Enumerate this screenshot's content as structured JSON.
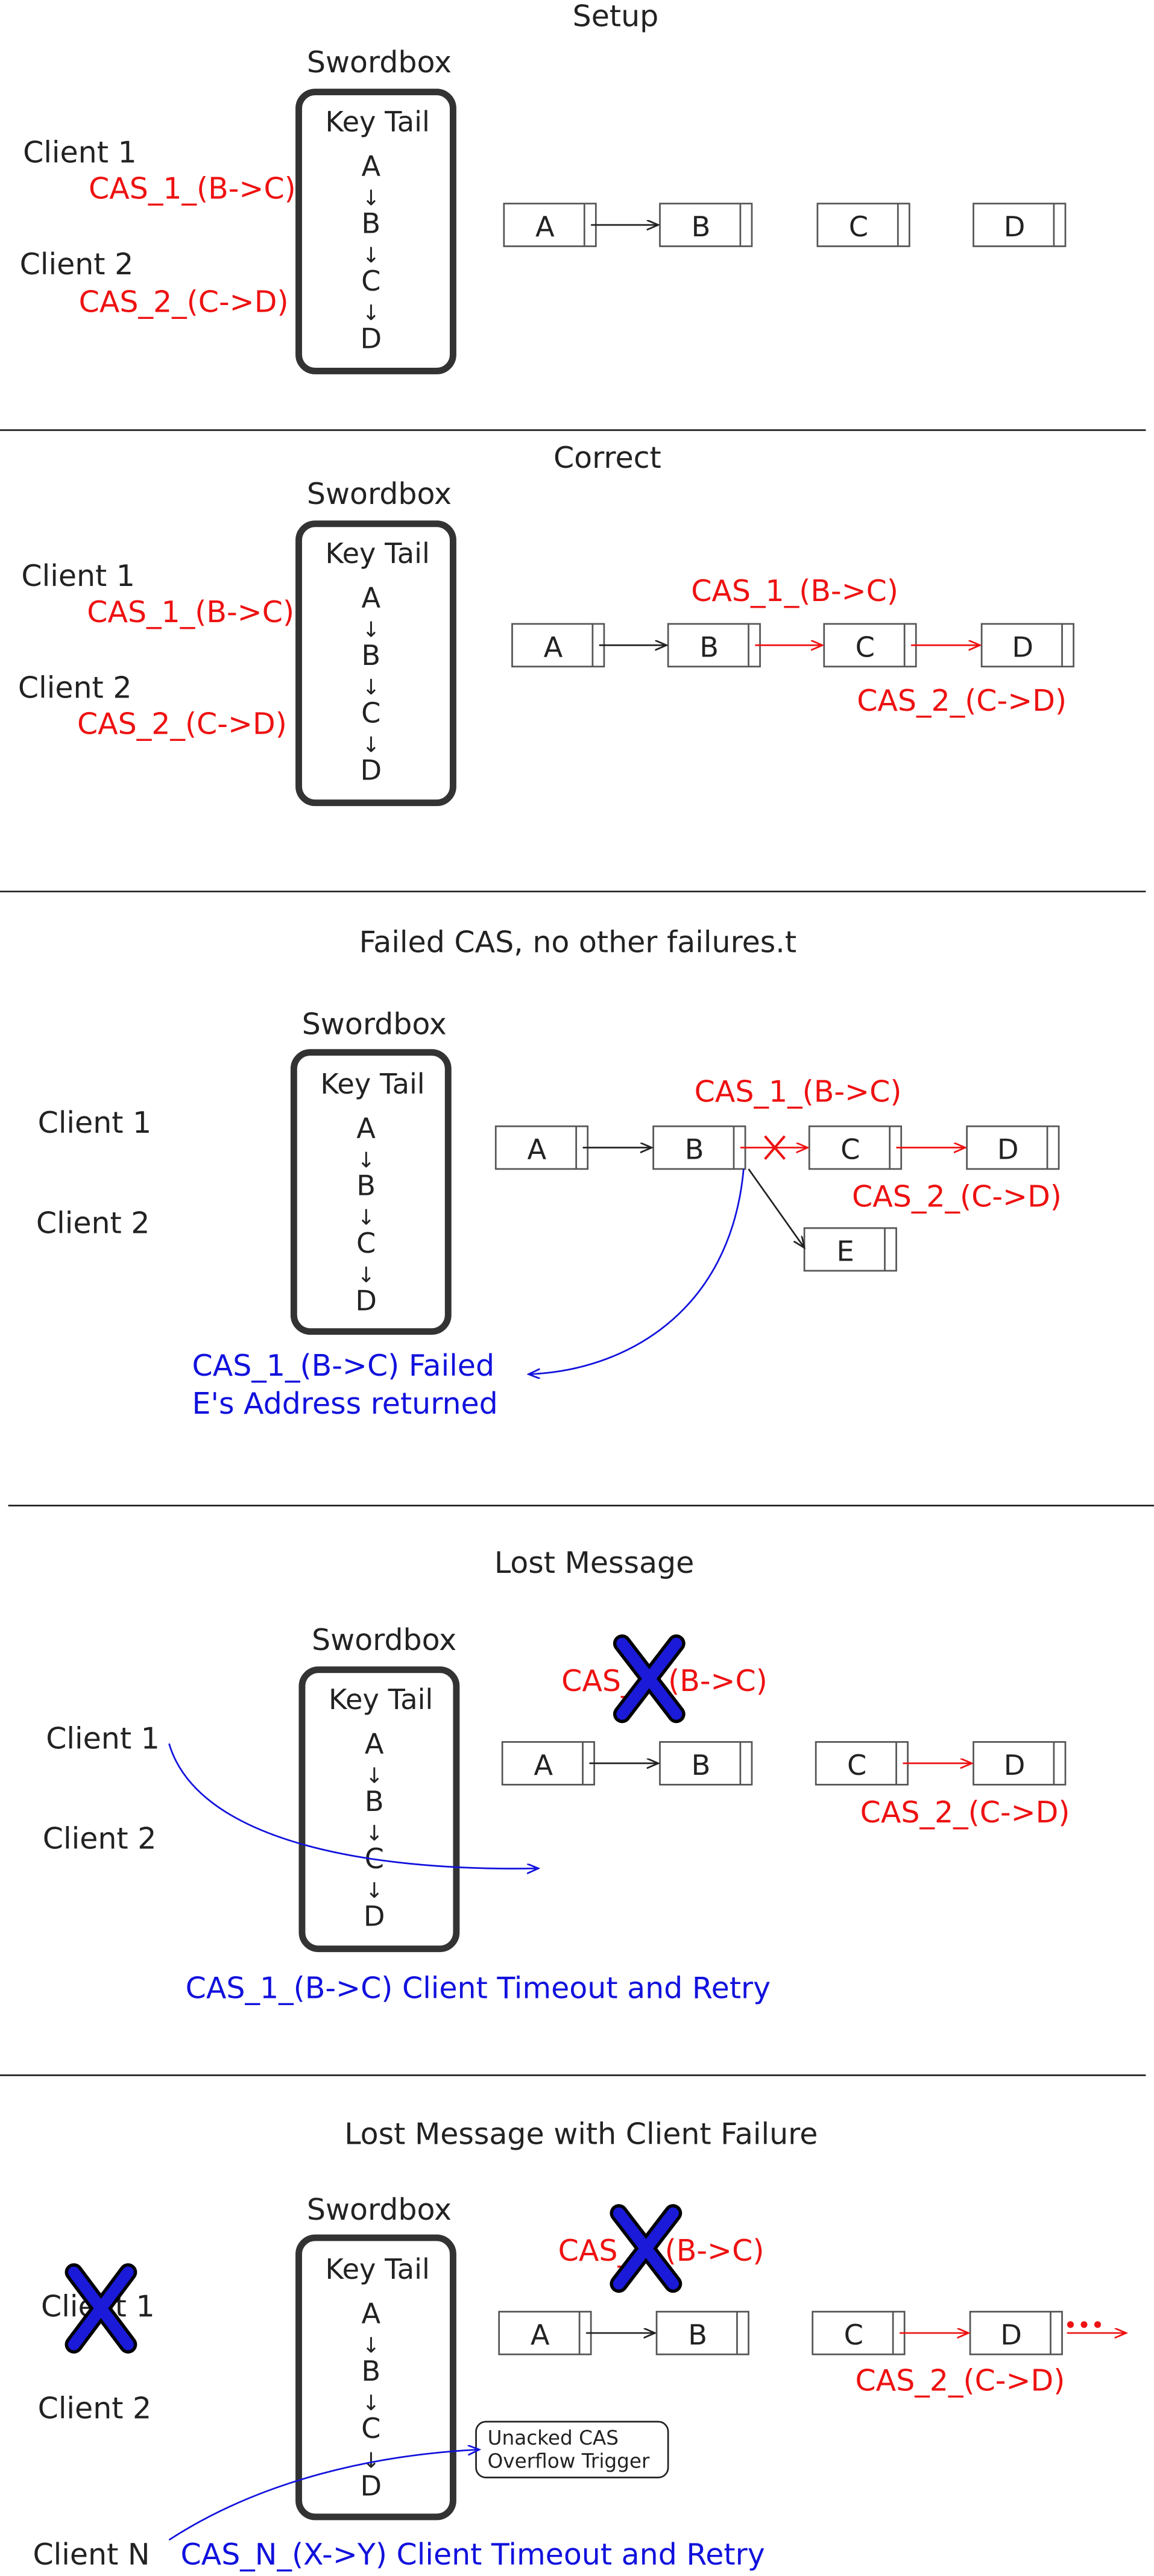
{
  "colors": {
    "black": "#222222",
    "red": "#ee1111",
    "blue": "#1111dd",
    "crossFill": "#1a1ad8",
    "crossStroke": "#000000"
  },
  "common": {
    "swordbox": "Swordbox",
    "keytail": "Key Tail",
    "keys": [
      "A",
      "B",
      "C",
      "D"
    ],
    "arrow": "↓",
    "client1": "Client 1",
    "client2": "Client 2",
    "cas1": "CAS_1_(B->C)",
    "cas2": "CAS_2_(C->D)",
    "cas_partial_left": "CAS_",
    "cas_partial_right": "(B->C)",
    "node_e": "E"
  },
  "sections": {
    "setup": {
      "title": "Setup"
    },
    "correct": {
      "title": "Correct"
    },
    "failed": {
      "title": "Failed CAS, no other failures.t",
      "note_line1": "CAS_1_(B->C) Failed",
      "note_line2": "E's Address returned"
    },
    "lost": {
      "title": "Lost Message",
      "note": "CAS_1_(B->C) Client Timeout and Retry"
    },
    "clientfail": {
      "title": "Lost Message with Client Failure",
      "client_n": "Client N",
      "note": "CAS_N_(X->Y) Client Timeout and Retry",
      "tooltip_line1": "Unacked CAS",
      "tooltip_line2": "Overflow Trigger",
      "dots": "•••"
    }
  }
}
